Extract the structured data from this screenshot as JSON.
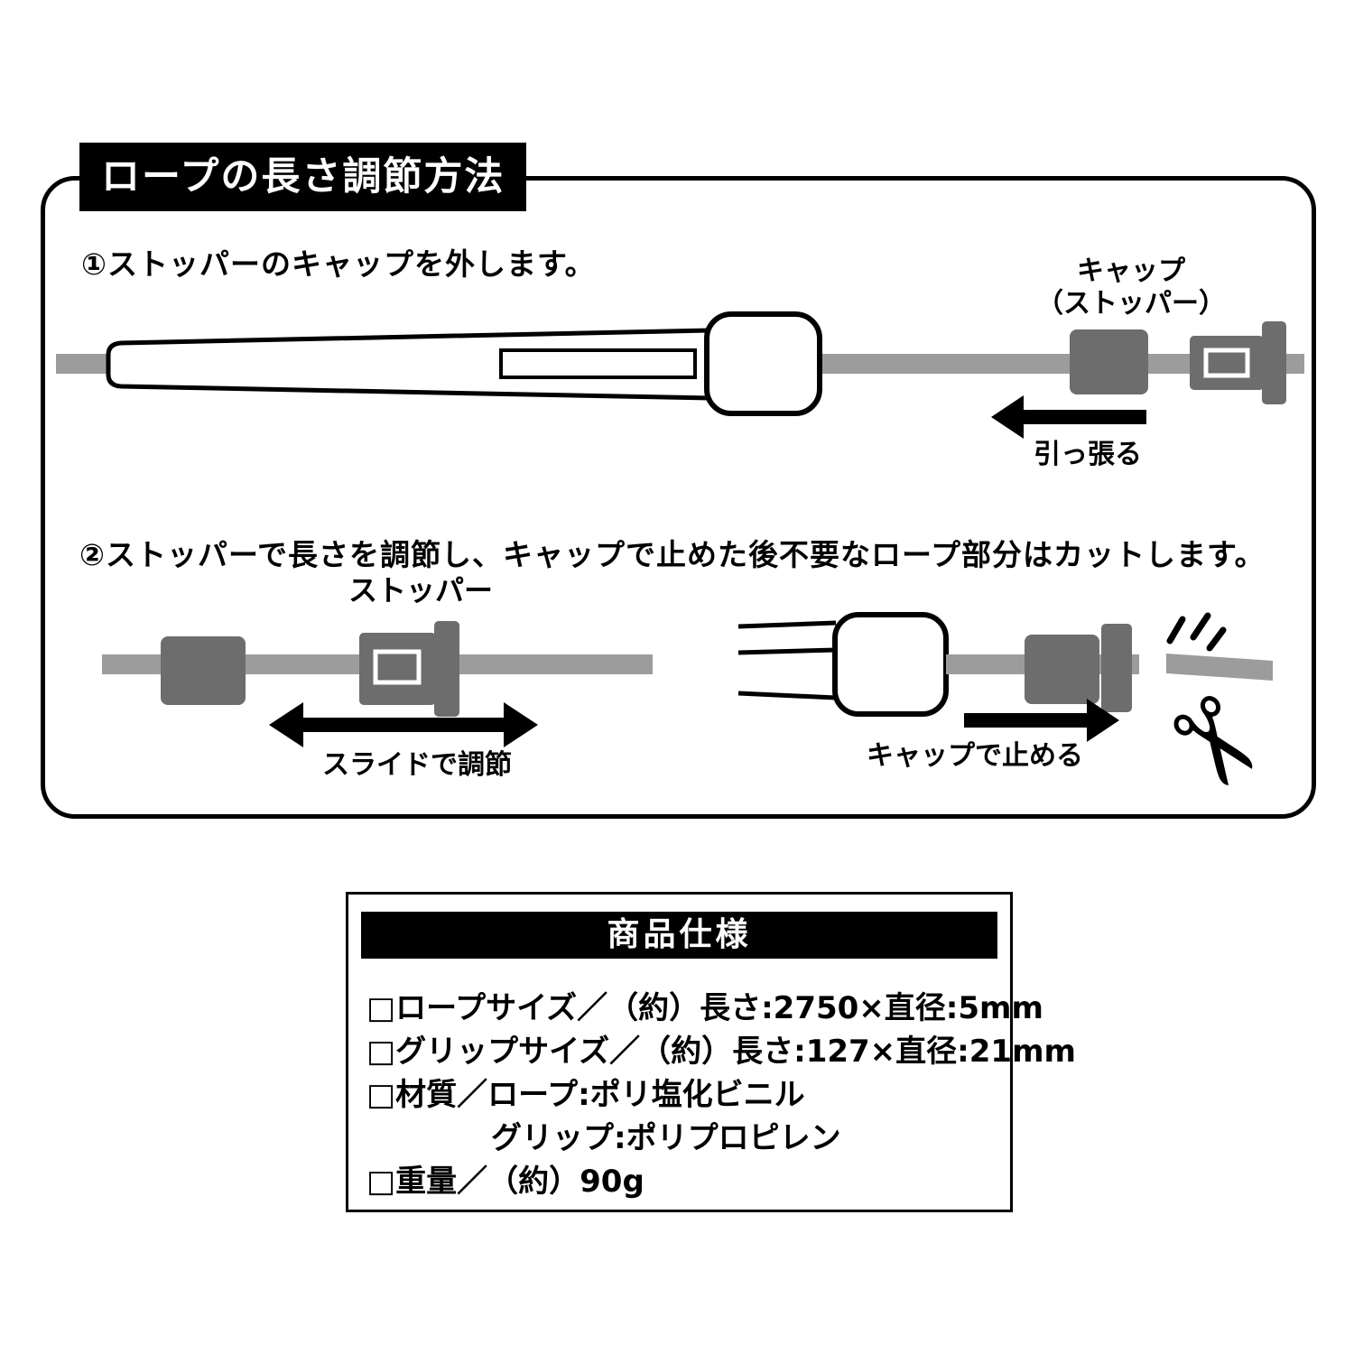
{
  "title": "ロープの長さ調節方法",
  "step1": {
    "text": "①ストッパーのキャップを外します。",
    "cap_label_line1": "キャップ",
    "cap_label_line2": "（ストッパー）",
    "pull_label": "引っ張る"
  },
  "step2": {
    "text": "②ストッパーで長さを調節し、キャップで止めた後不要なロープ部分はカットします。",
    "stopper_label": "ストッパー",
    "slide_label": "スライドで調節",
    "cap_stop_label": "キャップで止める"
  },
  "specs": {
    "header": "商品仕様",
    "rows": [
      "□ロープサイズ／（約）長さ:2750×直径:5mm",
      "□グリップサイズ／（約）長さ:127×直径:21mm",
      "□材質／ロープ:ポリ塩化ビニル",
      "グリップ:ポリプロピレン",
      "□重量／（約）90g"
    ]
  },
  "icons": {
    "scissors": "✂"
  },
  "colors": {
    "ink": "#000000",
    "rope": "#9c9c9c",
    "hardware": "#6d6d6d"
  }
}
